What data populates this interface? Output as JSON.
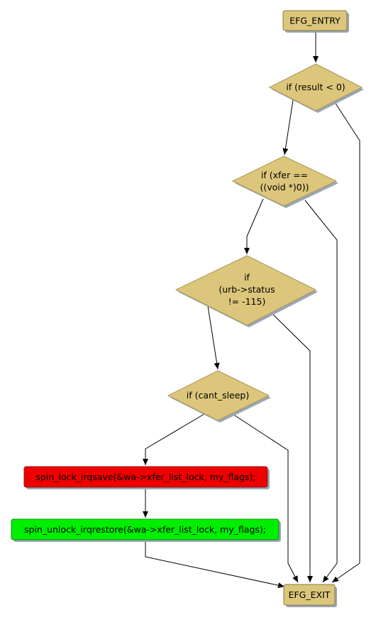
{
  "nodes": {
    "entry": {
      "label": "EFG_ENTRY"
    },
    "cond_result": {
      "label": "if (result < 0)"
    },
    "cond_xfer": {
      "lines": [
        "if (xfer ==",
        "((void *)0))"
      ]
    },
    "cond_status": {
      "lines": [
        "if",
        "(urb->status",
        "!= -115)"
      ]
    },
    "cond_sleep": {
      "label": "if (cant_sleep)"
    },
    "lock": {
      "label": "spin_lock_irqsave(&wa->xfer_list_lock, my_flags);"
    },
    "unlock": {
      "label": "spin_unlock_irqrestore(&wa->xfer_list_lock, my_flags);"
    },
    "exit": {
      "label": "EFG_EXIT"
    }
  },
  "colors": {
    "terminal_fill": "#dcc67b",
    "terminal_stroke": "#8a7a3a",
    "decision_fill": "#dcc67b",
    "decision_stroke": "#a89452",
    "shadow": "#9aa6b8",
    "lock_fill": "#ee0000",
    "unlock_fill": "#00ee00",
    "edge": "#000000"
  }
}
